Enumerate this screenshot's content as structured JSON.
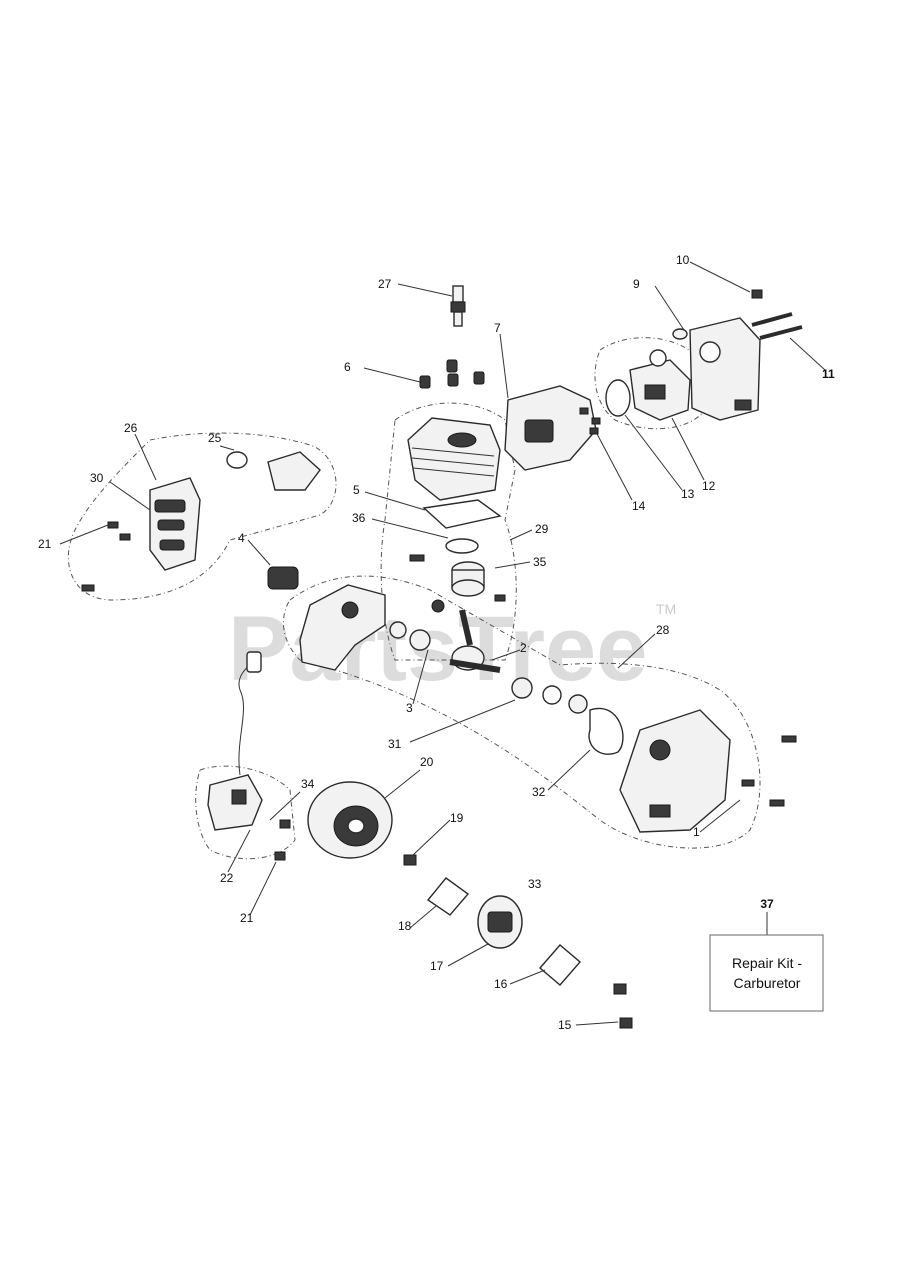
{
  "watermark": {
    "text": "PartsTree",
    "trademark": "TM"
  },
  "callouts": [
    {
      "id": "c1",
      "label": "1"
    },
    {
      "id": "c2",
      "label": "2"
    },
    {
      "id": "c3",
      "label": "3"
    },
    {
      "id": "c4",
      "label": "4"
    },
    {
      "id": "c5",
      "label": "5"
    },
    {
      "id": "c6",
      "label": "6"
    },
    {
      "id": "c7",
      "label": "7"
    },
    {
      "id": "c9",
      "label": "9"
    },
    {
      "id": "c10",
      "label": "10"
    },
    {
      "id": "c11",
      "label": "11"
    },
    {
      "id": "c12",
      "label": "12"
    },
    {
      "id": "c13",
      "label": "13"
    },
    {
      "id": "c14",
      "label": "14"
    },
    {
      "id": "c15",
      "label": "15"
    },
    {
      "id": "c16",
      "label": "16"
    },
    {
      "id": "c17",
      "label": "17"
    },
    {
      "id": "c18",
      "label": "18"
    },
    {
      "id": "c19",
      "label": "19"
    },
    {
      "id": "c20",
      "label": "20"
    },
    {
      "id": "c21a",
      "label": "21"
    },
    {
      "id": "c21b",
      "label": "21"
    },
    {
      "id": "c22",
      "label": "22"
    },
    {
      "id": "c25",
      "label": "25"
    },
    {
      "id": "c26",
      "label": "26"
    },
    {
      "id": "c27",
      "label": "27"
    },
    {
      "id": "c28",
      "label": "28"
    },
    {
      "id": "c29",
      "label": "29"
    },
    {
      "id": "c30",
      "label": "30"
    },
    {
      "id": "c31",
      "label": "31"
    },
    {
      "id": "c32",
      "label": "32"
    },
    {
      "id": "c33",
      "label": "33"
    },
    {
      "id": "c34",
      "label": "34"
    },
    {
      "id": "c35",
      "label": "35"
    },
    {
      "id": "c36",
      "label": "36"
    }
  ],
  "repair_kit": {
    "number": "37",
    "line1": "Repair Kit -",
    "line2": "Carburetor"
  }
}
